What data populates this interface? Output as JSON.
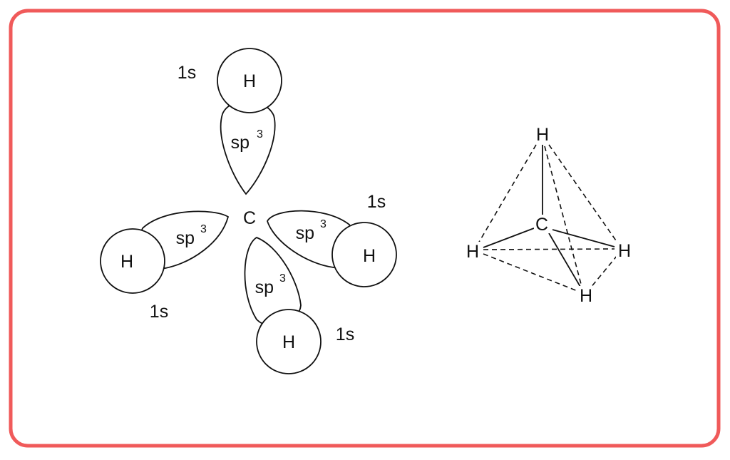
{
  "frame": {
    "border_color": "#f05a5a"
  },
  "orbital_model": {
    "center_label": "C",
    "atom_label": "H",
    "s_orbital_label": "1s",
    "hybrid_base": "sp",
    "hybrid_exponent": "3"
  },
  "tetrahedron": {
    "center_label": "C",
    "vertex_label": "H"
  }
}
